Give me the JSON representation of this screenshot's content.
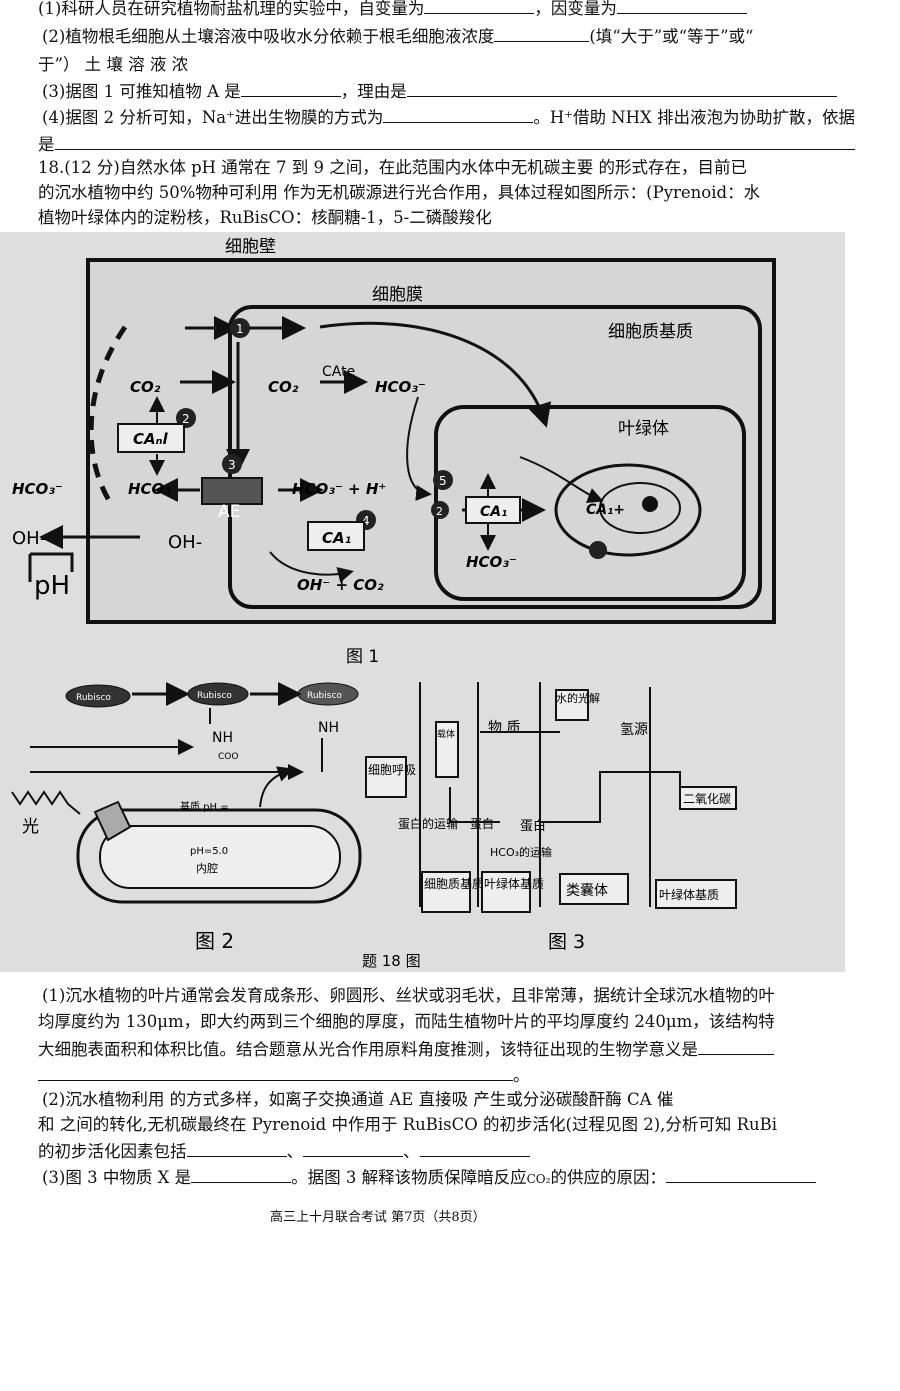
{
  "top_lines": [
    {
      "text": "(1)科研人员在研究植物耐盐机理的实验中，自变量为",
      "after": "，因变量为"
    },
    {
      "text": "(2)植物根毛细胞从土壤溶液中吸收水分依赖于根毛细胞液浓度",
      "after": "(填“大于”或“等于”或“"
    },
    {
      "text": "于”）  土 壤 溶 液 浓"
    },
    {
      "text": "(3)据图 1 可推知植物 A 是",
      "after": "，理由是"
    },
    {
      "text": "(4)据图 2 分析可知，Na⁺进出生物膜的方式为",
      "after": "。H⁺借助 NHX 排出液泡为协助扩散，依据"
    },
    {
      "text": "是"
    }
  ],
  "q18": {
    "line1": "18.(12 分)自然水体 pH 通常在 7 到 9 之间，在此范围内水体中无机碳主要   的形式存在，目前已",
    "line2": "的沉水植物中约 50%物种可利用   作为无机碳源进行光合作用，具体过程如图所示：(Pyrenoid：水",
    "line3": "植物叶绿体内的淀粉核，RuBisCO：核酮糖-1，5-二磷酸羧化"
  },
  "figure1": {
    "cell_wall": "细胞壁",
    "cell_membrane": "细胞膜",
    "cytoplasm": "细胞质基质",
    "chloroplast": "叶绿体",
    "co2_left": "CO₂",
    "co2_mid": "CO₂",
    "cate": "CAte",
    "hco3_top": "HCO₃⁻",
    "can": "CAₙl",
    "hco3_out": "HCO₃⁻",
    "hco3_in": "HCO₃⁻",
    "ae": "AE",
    "hco3_h": "HCO₃⁻ + H⁺",
    "ca1": "CA₁",
    "oh_co2": "OH⁻ + CO₂",
    "hco3_chl": "HCO₃⁻",
    "oh_out": "OH-",
    "oh_in": "OH-",
    "ph": "pH",
    "ca_chl": "CA₁",
    "ca_pyr": "CA₁+",
    "n1": "1",
    "n2": "2",
    "n3": "3",
    "n4": "4",
    "n5": "5",
    "n6": "2",
    "caption": "图 1"
  },
  "figure2": {
    "rubisco1": "Rubisco",
    "rubisco2": "Rubisco",
    "rubisco3": "Rubisco",
    "nh1": "NH",
    "coo": "COO",
    "nh2": "NH",
    "light": "光",
    "matrix_ph": "基质 pH =",
    "lumen_ph": "pH=5.0",
    "lumen": "内腔",
    "caption": "图 2"
  },
  "figure3": {
    "carrier": "载体",
    "substance": "物 质",
    "water_split": "水的光解",
    "h_source": "氢源",
    "resp": "细胞呼吸",
    "protein1": "蛋白的运输",
    "protein2": "蛋白",
    "hco3_transport": "HCO₃的运输",
    "protein3": "蛋白",
    "co2": "二氧化碳",
    "cytoplasm": "细胞质基质",
    "chloroplast": "叶绿体基质",
    "thylakoid": "类囊体",
    "stroma": "叶绿体基质",
    "caption": "图 3"
  },
  "figure_title": "题 18 图",
  "sub1": {
    "line1": "(1)沉水植物的叶片通常会发育成条形、卵圆形、丝状或羽毛状，且非常薄，据统计全球沉水植物的叶",
    "line2": "均厚度约为 130μm，即大约两到三个细胞的厚度，而陆生植物叶片的平均厚度约 240μm，该结构特",
    "line3": "大细胞表面积和体积比值。结合题意从光合作用原料角度推测，该特征出现的生物学意义是",
    "end": "。"
  },
  "sub2": {
    "line1": "(2)沉水植物利用    的方式多样，如离子交换通道 AE 直接吸    产生或分泌碳酸酐酶 CA 催",
    "line2": "和    之间的转化,无机碳最终在 Pyrenoid 中作用于 RuBisCO 的初步活化(过程见图 2),分析可知 RuBi",
    "line3": "的初步活化因素包括",
    "sep1": "、",
    "sep2": "、"
  },
  "sub3": {
    "text": "(3)图 3 中物质 X 是",
    "after": "。据图 3 解释该物质保障暗反应",
    "co2": "CO₂",
    "after2": "的供应的原因："
  },
  "footer": "高三上十月联合考试 第7页（共8页）"
}
